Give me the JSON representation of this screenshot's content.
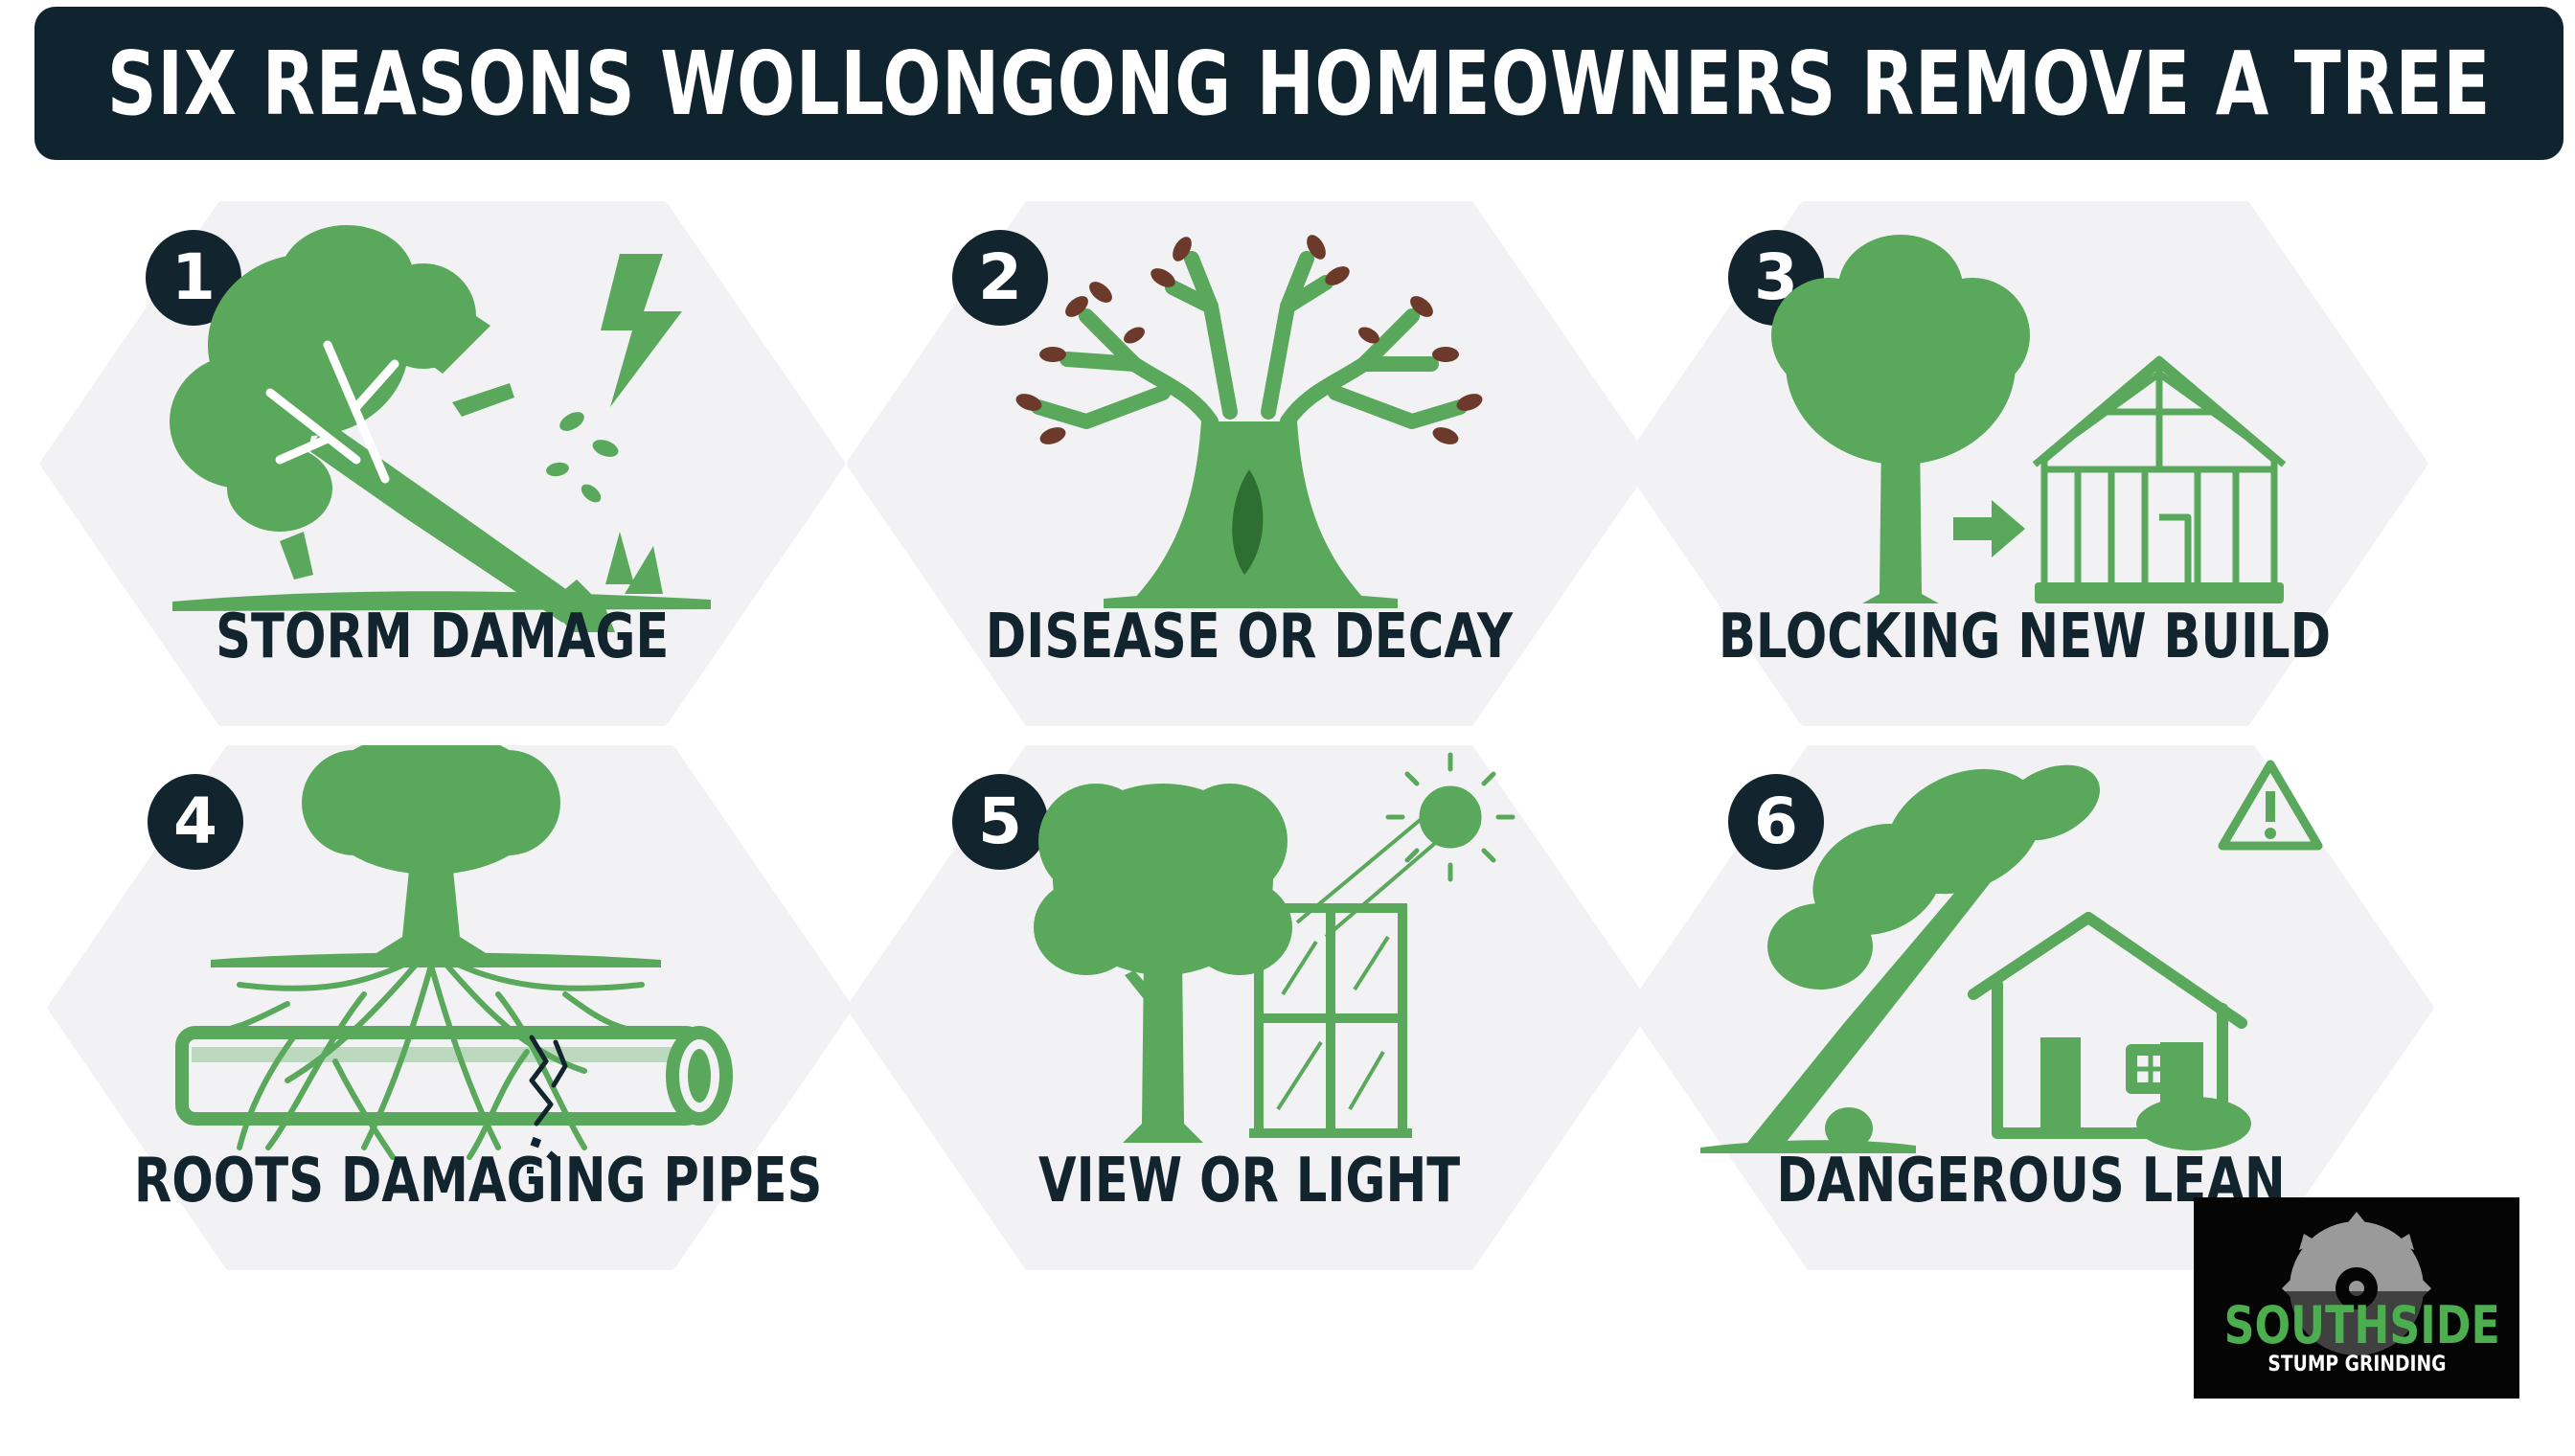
{
  "title": "SIX REASONS WOLLONGONG HOMEOWNERS REMOVE A TREE",
  "colors": {
    "title_bg": "#10242f",
    "card_bg": "#f2f2f5",
    "icon_green": "#5aa85c",
    "dark_green": "#2f6e33",
    "badge_bg": "#12242e",
    "leaf_brown": "#6b3a2a"
  },
  "reasons": [
    {
      "number": "1",
      "label": "STORM DAMAGE",
      "icon": "fallen-tree-lightning-icon"
    },
    {
      "number": "2",
      "label": "DISEASE OR DECAY",
      "icon": "decaying-tree-icon"
    },
    {
      "number": "3",
      "label": "BLOCKING NEW BUILD",
      "icon": "tree-house-frame-icon"
    },
    {
      "number": "4",
      "label": "ROOTS DAMAGING PIPES",
      "icon": "roots-cracked-pipe-icon"
    },
    {
      "number": "5",
      "label": "VIEW OR LIGHT",
      "icon": "tree-window-sun-icon"
    },
    {
      "number": "6",
      "label": "DANGEROUS LEAN",
      "icon": "leaning-tree-house-warning-icon"
    }
  ],
  "logo": {
    "name": "SOUTHSIDE",
    "subtitle": "STUMP GRINDING",
    "icon": "saw-blade-icon"
  }
}
